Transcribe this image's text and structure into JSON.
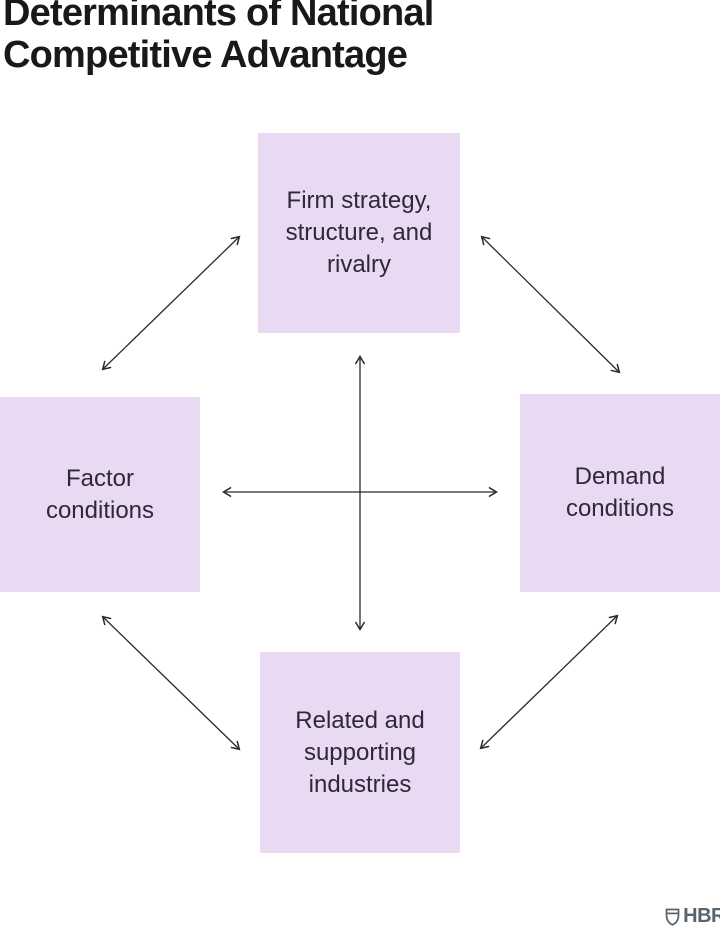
{
  "title": "Determinants of National\nCompetitive Advantage",
  "diagram": {
    "nodes": [
      {
        "id": "firm-strategy",
        "label": "Firm strategy,\nstructure, and\nrivalry",
        "position": "top"
      },
      {
        "id": "factor-conditions",
        "label": "Factor\nconditions",
        "position": "left"
      },
      {
        "id": "demand-conditions",
        "label": "Demand\nconditions",
        "position": "right"
      },
      {
        "id": "related-industries",
        "label": "Related and\nsupporting\nindustries",
        "position": "bottom"
      }
    ],
    "edges": [
      {
        "from": "firm-strategy",
        "to": "factor-conditions",
        "bidirectional": true
      },
      {
        "from": "firm-strategy",
        "to": "demand-conditions",
        "bidirectional": true
      },
      {
        "from": "factor-conditions",
        "to": "demand-conditions",
        "bidirectional": true
      },
      {
        "from": "firm-strategy",
        "to": "related-industries",
        "bidirectional": true
      },
      {
        "from": "factor-conditions",
        "to": "related-industries",
        "bidirectional": true
      },
      {
        "from": "related-industries",
        "to": "demand-conditions",
        "bidirectional": true
      }
    ],
    "colors": {
      "node_fill": "#e9d9f2",
      "node_text": "#2f2837",
      "arrow": "#2b2b2b",
      "title": "#191919"
    }
  },
  "footer": {
    "logo_text": "HBR",
    "logo_color": "#57646e"
  }
}
